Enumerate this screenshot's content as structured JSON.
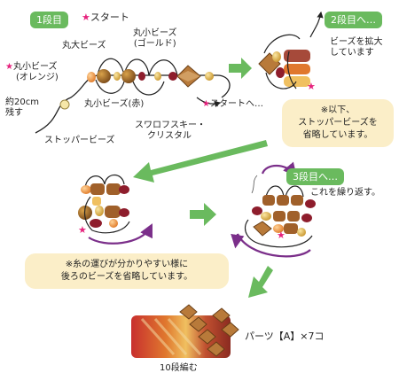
{
  "step1": {
    "tag": "1段目",
    "start": "スタート"
  },
  "labels": {
    "maru_dai": "丸大ビーズ",
    "maru_sho_gold_1": "丸小ビーズ",
    "maru_sho_gold_2": "(ゴールド)",
    "maru_sho_orange_1": "丸小ビーズ",
    "maru_sho_orange_2": "(オレンジ)",
    "leftover_1": "約20cm",
    "leftover_2": "残す",
    "stopper": "ストッパービーズ",
    "maru_sho_red": "丸小ビーズ(赤)",
    "swarovski_1": "スワロフスキー・",
    "swarovski_2": "クリスタル",
    "to_start": "スタートへ…"
  },
  "step2": {
    "tag": "2段目へ…",
    "zoom_1": "ビーズを拡大",
    "zoom_2": "しています"
  },
  "note_omit_stopper": {
    "line1": "※以下、",
    "line2": "ストッパービーズを",
    "line3": "省略しています。"
  },
  "step3": {
    "tag": "3段目へ…",
    "repeat": "これを繰り返す。"
  },
  "note_omit_back": {
    "line1": "※糸の運びが分かりやすい様に",
    "line2": "後ろのビーズを省略しています。"
  },
  "result": {
    "parts": "パーツ【A】×7コ",
    "rows": "10段編む"
  },
  "colors": {
    "green": "#6aba5e",
    "star": "#e6227d",
    "note_bg": "#fbeec8",
    "arrow_purple": "#7b2f8a"
  }
}
